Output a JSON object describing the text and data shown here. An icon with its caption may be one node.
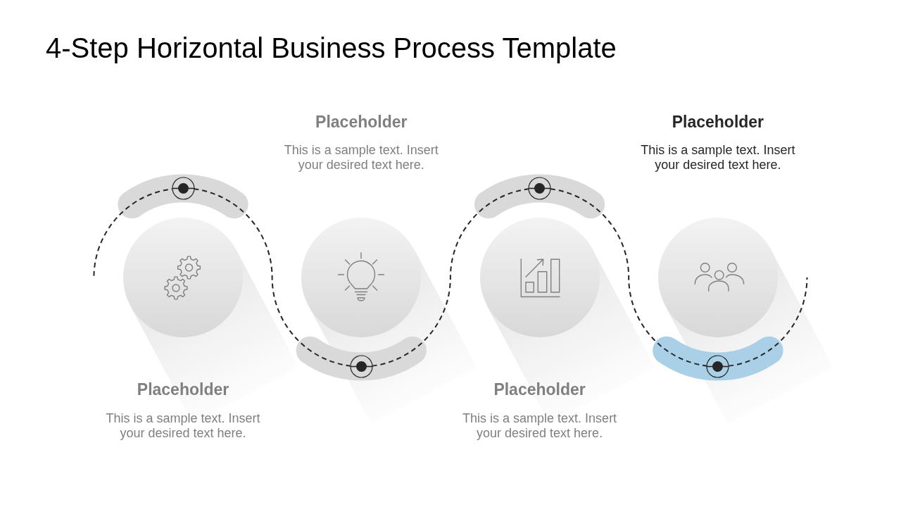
{
  "diagram": {
    "title": "4-Step Horizontal Business Process Template",
    "nodes": [
      {
        "text": [],
        "shape": "circle",
        "beside": [
          "Placeholder",
          "This is a sample text. Insert your desired text here."
        ]
      },
      {
        "text": [],
        "shape": "circle",
        "beside": [
          "Placeholder",
          "This is a sample text. Insert your desired text here."
        ]
      },
      {
        "text": [],
        "shape": "circle",
        "beside": [
          "Placeholder",
          "This is a sample text. Insert your desired text here."
        ]
      },
      {
        "text": [],
        "shape": "circle",
        "beside": [
          "Placeholder",
          "This is a sample text. Insert your desired text here."
        ]
      },
      {
        "text": [],
        "shape": "circle"
      },
      {
        "text": [],
        "shape": "circle"
      },
      {
        "text": [],
        "shape": "circle"
      },
      {
        "text": [],
        "shape": "circle"
      }
    ],
    "edges": [
      {
        "from": null,
        "to": 4,
        "arrow": "none",
        "style": "dashed"
      },
      {
        "from": 4,
        "to": 5,
        "arrow": "none",
        "style": "dashed"
      },
      {
        "from": 5,
        "to": 6,
        "arrow": "none",
        "style": "dashed"
      },
      {
        "from": 6,
        "to": 7,
        "arrow": "none",
        "style": "dashed"
      },
      {
        "from": 7,
        "to": null,
        "arrow": "none",
        "style": "dashed"
      }
    ]
  }
}
